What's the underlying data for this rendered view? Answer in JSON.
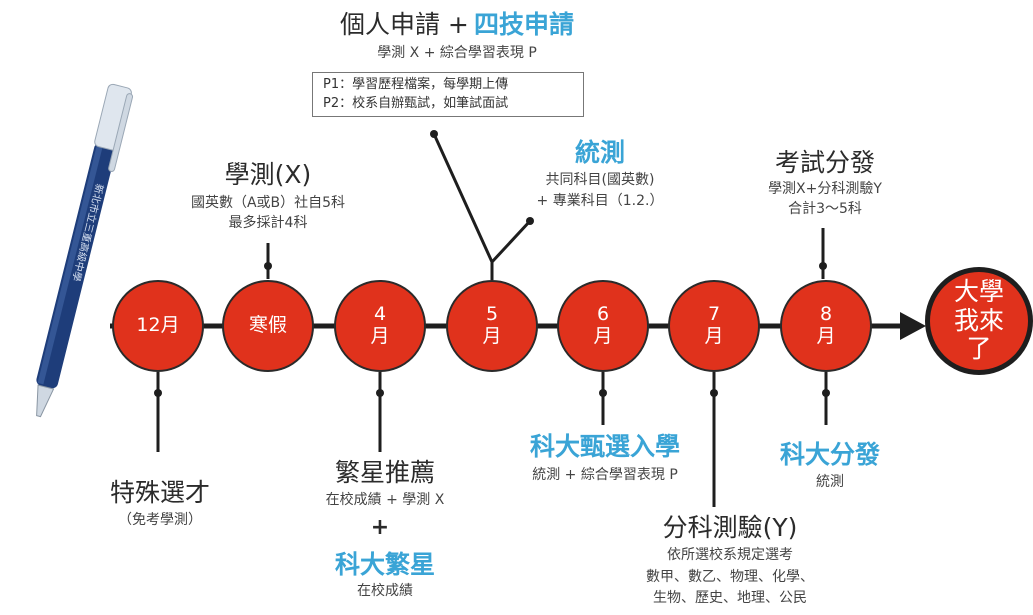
{
  "timeline": {
    "nodes": [
      "12月",
      "寒假",
      "4\n月",
      "5\n月",
      "6\n月",
      "7\n月",
      "8\n月"
    ],
    "end": "大學\n我來\n了"
  },
  "pen": {
    "label": "新北市立三重高級中學"
  },
  "above": {
    "personal": {
      "title_a": "個人申請 +",
      "title_b": "四技申請",
      "subtitle": "學測 X + 綜合學習表現 P"
    },
    "note": {
      "line1": "P1：學習歷程檔案，每學期上傳",
      "line2": "P2：校系自辦甄試，如筆試面試"
    },
    "gsat": {
      "title": "學測(X)",
      "line1": "國英數（A或B）社自5科",
      "line2": "最多採計4科"
    },
    "tcte": {
      "title": "統測",
      "line1": "共同科目(國英數)",
      "line2": "+ 專業科目（1.2.）"
    },
    "exam": {
      "title": "考試分發",
      "line1": "學測X+分科測驗Y",
      "line2": "合計3～5科"
    }
  },
  "below": {
    "special": {
      "title": "特殊選才",
      "subtitle": "（免考學測）"
    },
    "star": {
      "title": "繁星推薦",
      "subtitle": "在校成績 + 學測 X",
      "plus": "+",
      "title2": "科大繁星",
      "subtitle2": "在校成績"
    },
    "tech_select": {
      "title": "科大甄選入學",
      "subtitle": "統測 + 綜合學習表現 P"
    },
    "ast": {
      "title": "分科測驗(Y)",
      "line1": "依所選校系規定選考",
      "line2": "數甲、數乙、物理、化學、",
      "line3": "生物、歷史、地理、公民"
    },
    "tech_dist": {
      "title": "科大分發",
      "subtitle": "統測"
    }
  },
  "colors": {
    "red": "#e0321c",
    "blue": "#3aa4d6",
    "pen": "#1e3d7a"
  }
}
